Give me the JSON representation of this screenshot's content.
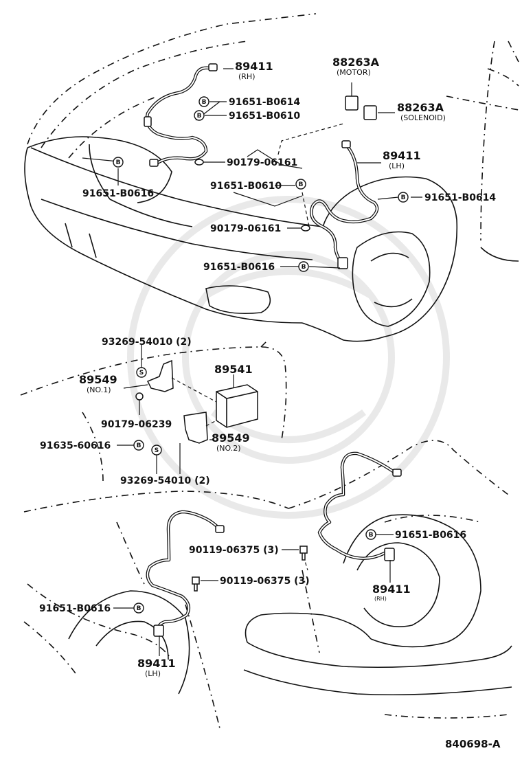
{
  "labels": {
    "sensor_rh_front": "89411",
    "sensor_rh_front_sub": "(RH)",
    "bolt_front_1": "91651-B0614",
    "bolt_front_2": "91651-B0610",
    "relay_motor": "88263A",
    "relay_motor_sub": "(MOTOR)",
    "relay_solenoid": "88263A",
    "relay_solenoid_sub": "(SOLENOID)",
    "clamp_front_1": "90179-06161",
    "sensor_lh_front": "89411",
    "sensor_lh_front_sub": "(LH)",
    "bolt_rh_left": "91651-B0616",
    "bolt_front_3": "91651-B0610",
    "bolt_lh_right": "91651-B0614",
    "clamp_front_2": "90179-06161",
    "bolt_front_4": "91651-B0616",
    "screw_bracket_1": "93269-54010 (2)",
    "ecu": "89541",
    "bracket_no1": "89549",
    "bracket_no1_sub": "(NO.1)",
    "nut_bracket": "90179-06239",
    "bolt_ecu": "91635-60616",
    "bracket_no2": "89549",
    "bracket_no2_sub": "(NO.2)",
    "screw_bracket_2": "93269-54010 (2)",
    "bolt_rear_rh": "91651-B0616",
    "bolt_rear_1": "90119-06375 (3)",
    "bolt_rear_2": "90119-06375 (3)",
    "sensor_rh_rear": "89411",
    "sensor_rh_rear_sub": "(RH)",
    "bolt_rear_lh": "91651-B0616",
    "sensor_lh_rear": "89411",
    "sensor_lh_rear_sub": "(LH)",
    "diagram_ref": "840698-A"
  },
  "badges": {
    "bolt": "B",
    "screw": "S"
  }
}
